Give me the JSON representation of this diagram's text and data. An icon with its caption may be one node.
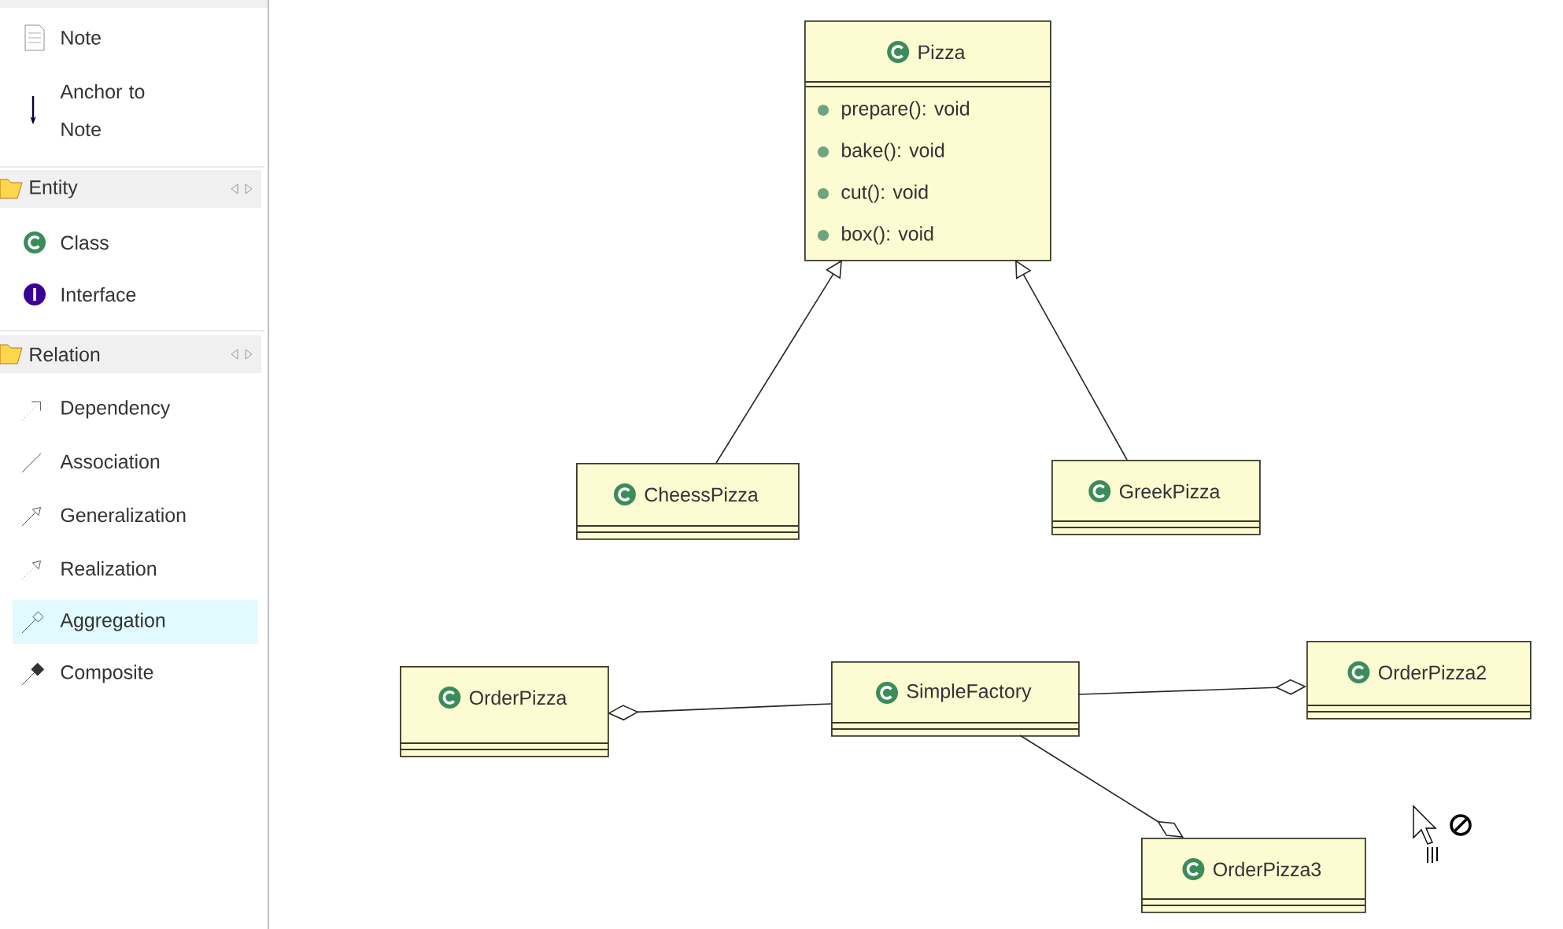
{
  "diagram": {
    "nodes": [
      {
        "text": [
          "Pizza",
          "prepare(): void",
          "bake(): void",
          "cut(): void",
          "box(): void"
        ]
      },
      {
        "text": [
          "CheessPizza"
        ]
      },
      {
        "text": [
          "GreekPizza"
        ]
      },
      {
        "text": [
          "OrderPizza"
        ]
      },
      {
        "text": [
          "SimpleFactory"
        ]
      },
      {
        "text": [
          "OrderPizza2"
        ]
      },
      {
        "text": [
          "OrderPizza3"
        ]
      }
    ],
    "edges": [
      {
        "from": 1,
        "to": 0,
        "arrow": "to"
      },
      {
        "from": 2,
        "to": 0,
        "arrow": "to"
      },
      {
        "from": 4,
        "to": 3,
        "arrow": "other"
      },
      {
        "from": 4,
        "to": 5,
        "arrow": "other"
      },
      {
        "from": 4,
        "to": 6,
        "arrow": "other"
      }
    ],
    "labels": [
      "Note",
      "Anchor to Note",
      "Entity",
      "Class",
      "Interface",
      "Relation",
      "Dependency",
      "Association",
      "Generalization",
      "Realization",
      "Aggregation",
      "Composite"
    ]
  }
}
